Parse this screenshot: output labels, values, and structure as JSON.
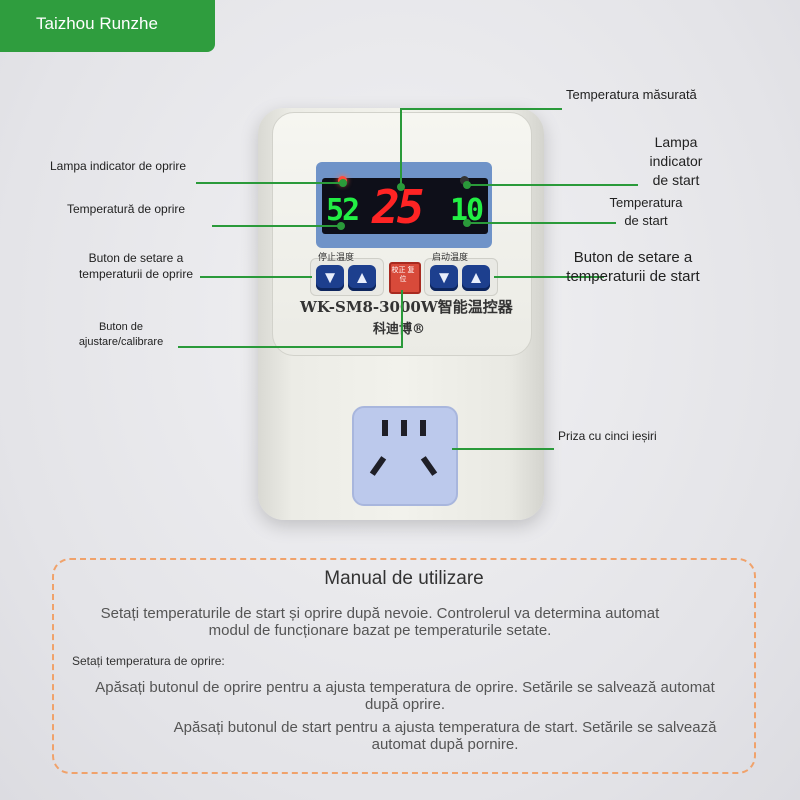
{
  "brand": {
    "name": "Taizhou Runzhe",
    "color": "#2f9d3e"
  },
  "device": {
    "model": "WK-SM8-3000W智能温控器",
    "brand_cn": "科迪博®",
    "stop_group_cn": "停止温度",
    "start_group_cn": "启动温度",
    "reset_cn": "校正 复位",
    "display": {
      "stop_temp": "52",
      "measured_temp": "25",
      "start_temp": "10"
    },
    "buttons": {
      "down_glyph": "▼",
      "up_glyph": "▲"
    }
  },
  "labels": {
    "measured": "Temperatura măsurată",
    "stop_lamp": "Lampa indicator de oprire",
    "start_lamp": [
      "Lampa",
      "indicator",
      "de start"
    ],
    "stop_temp": "Temperatură de oprire",
    "start_temp": [
      "Temperatura",
      "de start"
    ],
    "stop_btn": [
      "Buton de setare a",
      "temperaturii de oprire"
    ],
    "start_btn": [
      "Buton de setare a",
      "temperaturii de start"
    ],
    "adjust_btn": [
      "Buton de",
      "ajustare/calibrare"
    ],
    "outlet": "Priza cu cinci ieșiri"
  },
  "manual": {
    "title": "Manual de utilizare",
    "p1": "Setați temperaturile de start și oprire după nevoie. Controlerul va determina automat modul de funcționare bazat pe temperaturile setate.",
    "sub": "Setați temperatura de oprire:",
    "p2": "Apăsați butonul de oprire pentru a ajusta temperatura de oprire. Setările se salvează automat după oprire.",
    "p3": "Apăsați butonul de start pentru a ajusta temperatura de start. Setările se salvează automat după pornire."
  }
}
